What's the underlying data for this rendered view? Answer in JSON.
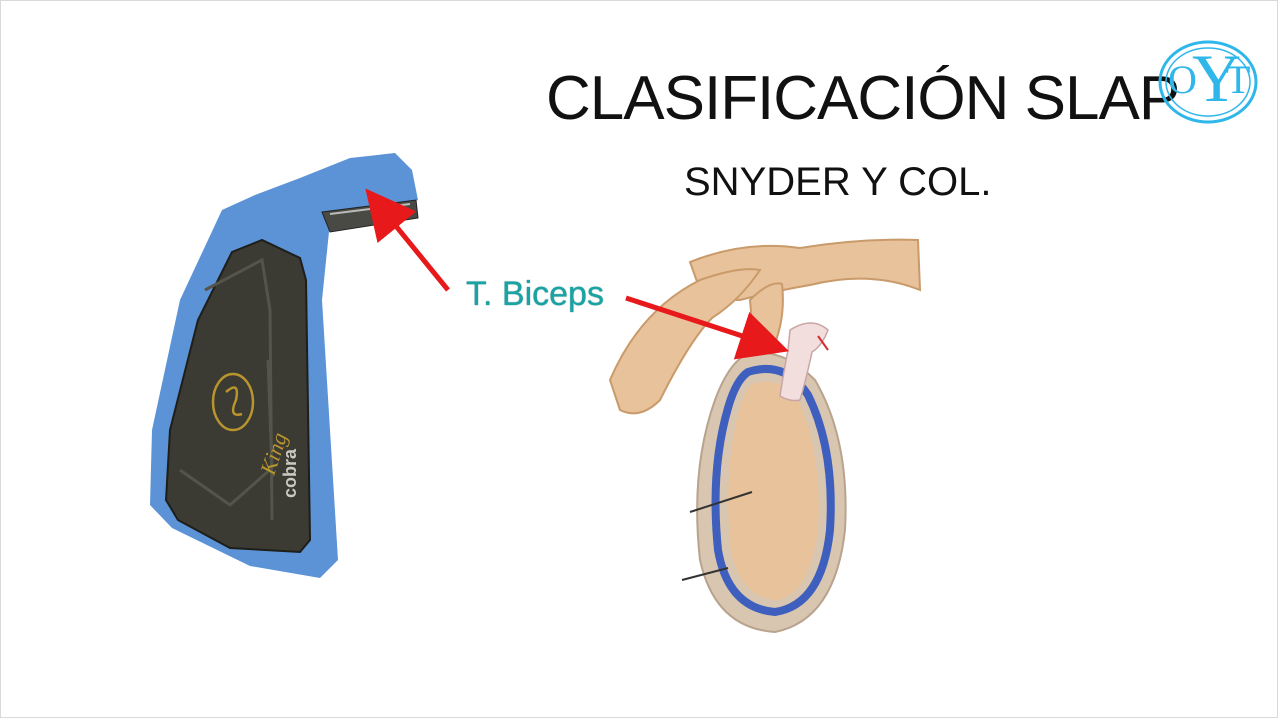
{
  "slide": {
    "title": "CLASIFICACIÓN SLAP",
    "subtitle": "SNYDER Y COL.",
    "label": "T. Biceps"
  },
  "logo": {
    "left": "O",
    "center": "Y",
    "right": "T",
    "color": "#2fb6ea"
  },
  "golf_club": {
    "brand_top": "King",
    "brand_bottom": "cobra",
    "outline_color": "#5b93d6",
    "head_color": "#3b3a33"
  },
  "colors": {
    "arrow": "#e8191b",
    "label": "#1aa3a3",
    "bone": "#e8c29a",
    "labrum": "#3f5fbf"
  }
}
